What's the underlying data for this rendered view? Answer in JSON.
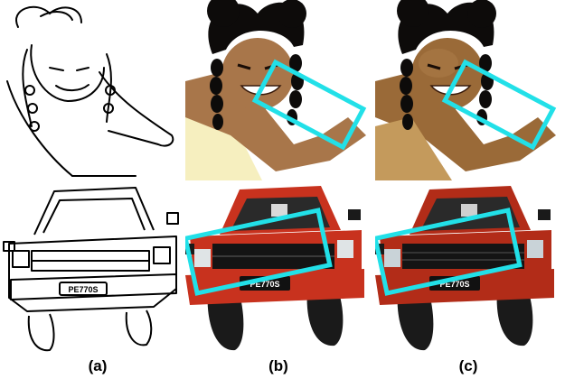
{
  "figure": {
    "columns": [
      {
        "caption": "(a)",
        "style": "line-sketch"
      },
      {
        "caption": "(b)",
        "style": "flat-colorized"
      },
      {
        "caption": "(c)",
        "style": "shaded-colorized"
      }
    ],
    "rows": [
      {
        "subject": "girl-with-braids",
        "plate_text": ""
      },
      {
        "subject": "red-truck-front",
        "plate_text": "PE770S"
      }
    ],
    "sketch_plate_text": "PE770S",
    "highlight_color": "#22e0e8",
    "palette": {
      "skin_flat": "#a8764a",
      "skin_shaded": "#9a6a38",
      "hair": "#0d0b0a",
      "shirt": "#f6efbf",
      "truck_red": "#c8321e",
      "truck_red_shaded": "#b22c18",
      "truck_dark": "#1a1a1a"
    }
  }
}
